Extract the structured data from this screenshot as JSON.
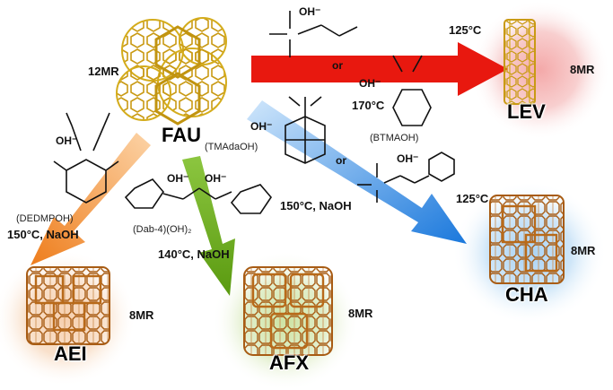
{
  "frameworks": {
    "fau": {
      "name": "FAU",
      "ring": "12MR"
    },
    "lev": {
      "name": "LEV",
      "ring": "8MR"
    },
    "cha": {
      "name": "CHA",
      "ring": "8MR"
    },
    "aei": {
      "name": "AEI",
      "ring": "8MR"
    },
    "afx": {
      "name": "AFX",
      "ring": "8MR"
    }
  },
  "routes": {
    "lev": {
      "temp_top": "125°C",
      "temp_bottom": "170°C",
      "or": "or",
      "sda": "(BTMAOH)",
      "oh1": "OH⁻",
      "oh2": "OH⁻"
    },
    "cha": {
      "sda": "(TMAdaOH)",
      "cond": "150°C, NaOH",
      "temp": "125°C",
      "or": "or",
      "oh1": "OH⁻",
      "oh2": "OH⁻"
    },
    "aei": {
      "sda": "(DEDMPOH)",
      "cond": "150°C, NaOH",
      "oh": "OH⁻"
    },
    "afx": {
      "sda": "(Dab-4)(OH)₂",
      "cond": "140°C, NaOH",
      "oh1": "OH⁻",
      "oh2": "OH⁻"
    }
  },
  "colors": {
    "arrow_lev": "#e8180f",
    "arrow_cha": "#1e7fe0",
    "arrow_aei": "#f08b2a",
    "arrow_afx": "#6aaa18",
    "fau_framework": "#d4ac1c",
    "product_framework": "#b86a1a",
    "glow_lev": "#f6b9b9",
    "glow_cha": "#b9dcf6",
    "glow_aei": "#f6d7bb",
    "glow_afx": "#d6e8b2"
  }
}
